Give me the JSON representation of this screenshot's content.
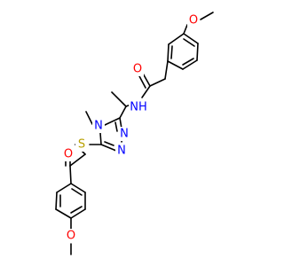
{
  "molecule": {
    "colors": {
      "bond": "#000000",
      "oxygen": "#ff0000",
      "nitrogen": "#0000ff",
      "sulfur": "#b8a000",
      "carbon": "#000000",
      "background": "#ffffff"
    },
    "labels": {
      "o_methoxy_top": "O",
      "o_amide": "O",
      "nh_amide": "NH",
      "n_ring_methyl": "N",
      "n_ring_right_1": "N",
      "n_ring_right_2": "N",
      "s_thioether": "S",
      "o_ketone": "O",
      "o_methoxy_bottom": "O"
    }
  }
}
